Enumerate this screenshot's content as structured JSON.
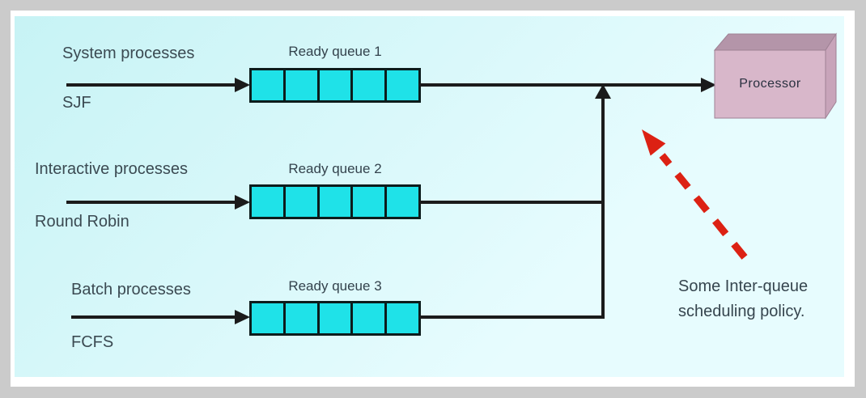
{
  "colors": {
    "outer_bg": "#cbcbcb",
    "frame": "#ffffff",
    "canvas_top": "#c7f3f5",
    "canvas_bottom": "#e7fcfe",
    "queue_cell": "#1fe2e8",
    "line": "#1b1b1b",
    "text": "#3b4a52",
    "red_arrow": "#dc2113",
    "processor_front": "#d8b7ca",
    "processor_top": "#b495a9",
    "processor_side": "#c8a4ba"
  },
  "rows": [
    {
      "source": "System processes",
      "policy": "SJF",
      "queue_label": "Ready queue 1",
      "cells": 5
    },
    {
      "source": "Interactive processes",
      "policy": "Round Robin",
      "queue_label": "Ready queue 2",
      "cells": 5
    },
    {
      "source": "Batch processes",
      "policy": "FCFS",
      "queue_label": "Ready queue 3",
      "cells": 5
    }
  ],
  "processor": {
    "label": "Processor"
  },
  "annotation": {
    "line1": "Some Inter-queue",
    "line2": "scheduling policy."
  }
}
